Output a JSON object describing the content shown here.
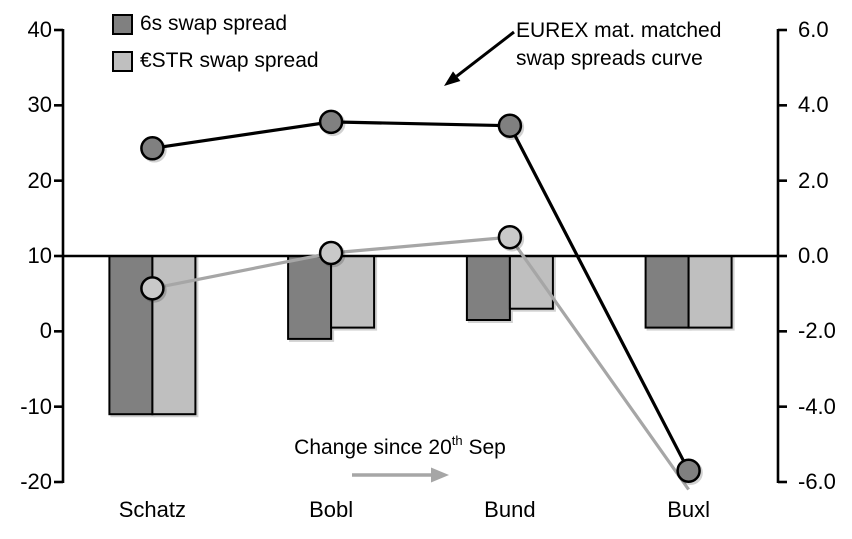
{
  "chart_data": {
    "type": "combo_bar_line",
    "categories": [
      "Schatz",
      "Bobl",
      "Bund",
      "Buxl"
    ],
    "left_axis": {
      "ticks": [
        "40",
        "30",
        "20",
        "10",
        "0",
        "-10",
        "-20"
      ],
      "min": -20,
      "max": 40
    },
    "right_axis": {
      "ticks": [
        "6.0",
        "4.0",
        "2.0",
        "0.0",
        "-2.0",
        "-4.0",
        "-6.0"
      ],
      "min": -6.0,
      "max": 6.0
    },
    "bar_series": [
      {
        "name": "6s swap spread",
        "axis": "right",
        "color": "#808080",
        "values": [
          -4.2,
          -2.2,
          -1.7,
          -1.9
        ]
      },
      {
        "name": "€STR swap spread",
        "axis": "right",
        "color": "#bfbfbf",
        "values": [
          -4.2,
          -1.9,
          -1.4,
          -1.9
        ]
      }
    ],
    "line_series": [
      {
        "name": "6s swap spread curve",
        "axis": "left",
        "color": "#000000",
        "marker_fill": "#808080",
        "values": [
          24.3,
          27.8,
          27.3,
          -18.5
        ],
        "markers": [
          true,
          true,
          true,
          true
        ]
      },
      {
        "name": "€STR swap spread curve",
        "axis": "left",
        "color": "#a6a6a6",
        "marker_fill": "#c9c9c9",
        "values": [
          5.7,
          10.4,
          12.5,
          -21.0
        ],
        "markers": [
          true,
          true,
          true,
          false
        ]
      }
    ],
    "legend": [
      {
        "label": "6s swap spread",
        "color": "#808080"
      },
      {
        "label": "€STR swap spread",
        "color": "#bfbfbf"
      }
    ],
    "annotations": {
      "curve_label_line1": "EUREX mat. matched",
      "curve_label_line2": "swap spreads curve",
      "change_prefix": "Change since 20",
      "change_sup": "th",
      "change_suffix": " Sep"
    },
    "colors": {
      "black": "#000000",
      "gray_line": "#a6a6a6",
      "dark_bar": "#808080",
      "light_bar": "#bfbfbf",
      "background": "#ffffff"
    },
    "layout_hints": {
      "legend_position": "top-left",
      "grid": "off",
      "zero_line": "bars hang from right-axis 0.0 (= left-axis 10)"
    }
  }
}
